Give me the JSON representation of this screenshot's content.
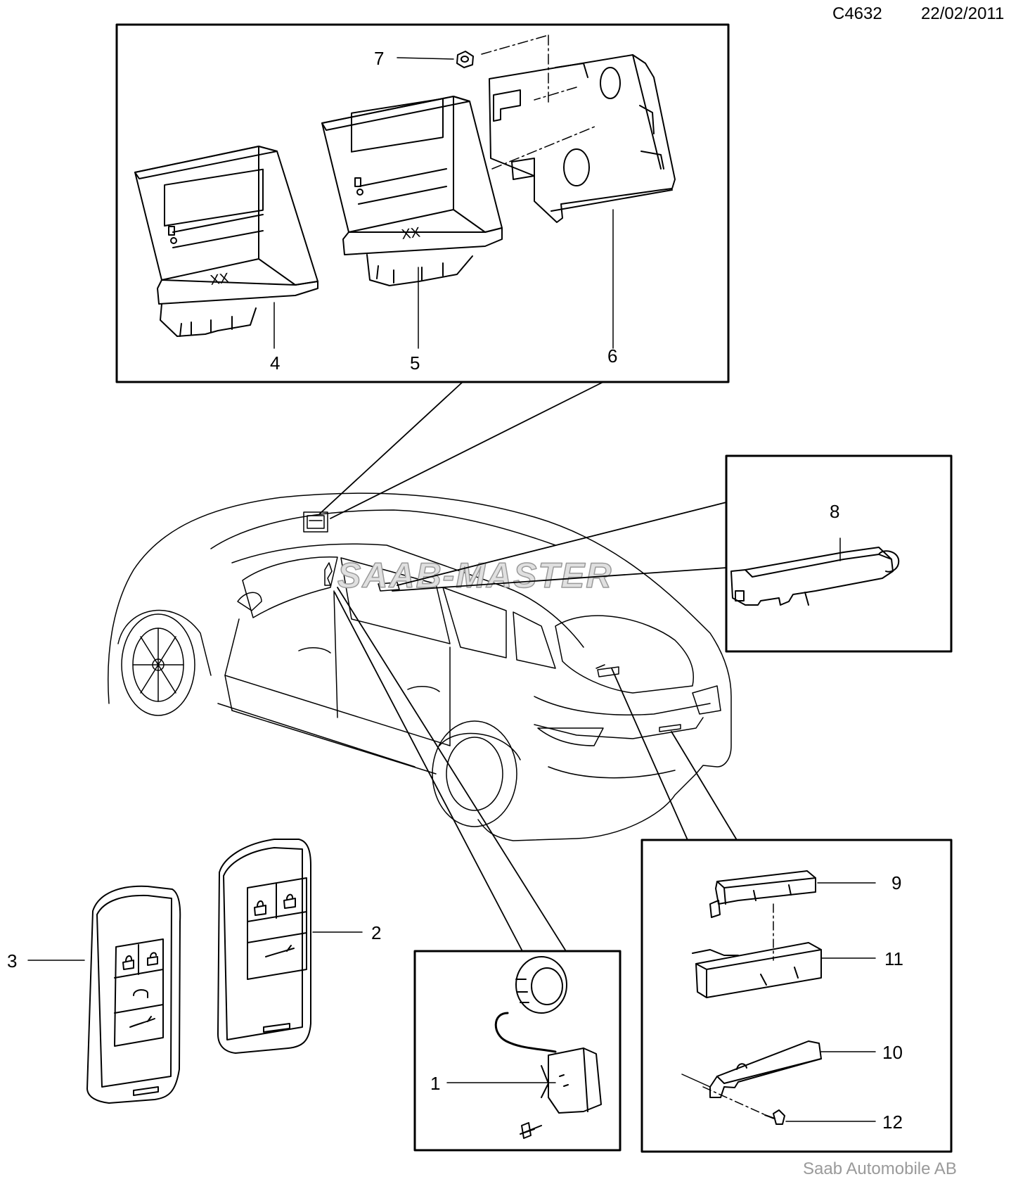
{
  "header": {
    "drawing_code": "C4632",
    "date": "22/02/2011"
  },
  "watermark": "SAAB-MASTER",
  "footer": "Saab Automobile AB",
  "callouts": {
    "c1": "1",
    "c2": "2",
    "c3": "3",
    "c4": "4",
    "c5": "5",
    "c6": "6",
    "c7": "7",
    "c8": "8",
    "c9": "9",
    "c10": "10",
    "c11": "11",
    "c12": "12"
  },
  "module_label": "XX",
  "colors": {
    "line": "#000000",
    "watermark": "#c8c8c8",
    "footer": "#9a9a9a"
  }
}
